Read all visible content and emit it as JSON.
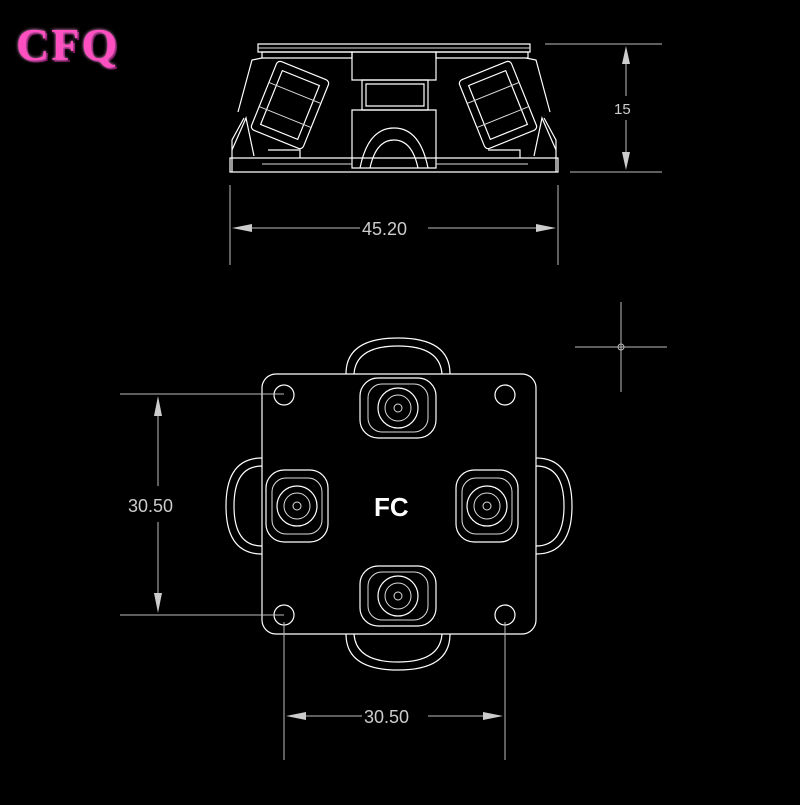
{
  "brand": {
    "logo_text": "CFQ",
    "color": "#ff4fc0"
  },
  "dimensions": {
    "height_label": "15",
    "width_label": "45.20",
    "vertical_spacing_label": "30.50",
    "horizontal_spacing_label": "30.50"
  },
  "board": {
    "label": "FC"
  },
  "colors": {
    "background": "#000000",
    "line": "#ffffff",
    "dimension": "#cccccc"
  }
}
